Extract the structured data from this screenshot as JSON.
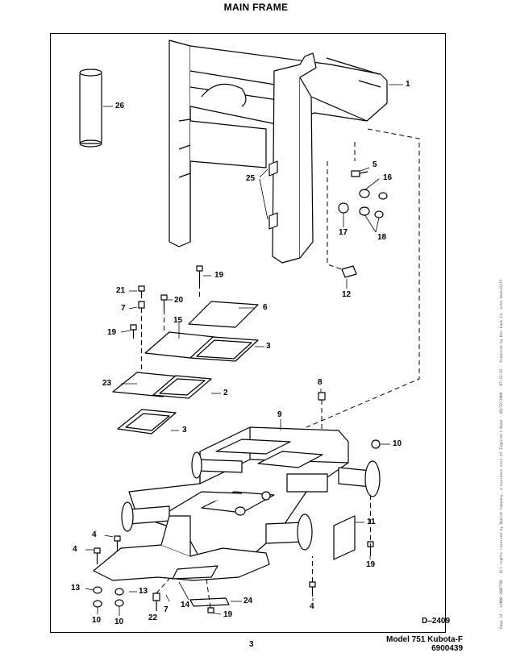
{
  "page": {
    "title": "MAIN FRAME",
    "diagram_id": "D–2409",
    "page_number": "3",
    "model": "Model 751 Kubota-F",
    "part_number": "6900439",
    "side_note": "Page 14 · ©2008 2007798 · All rights reserved by Bobcat Company, a business unit of Ingersoll-Rand · 05/22/2009 · 07:23:42 · Produced by Ken Cook Co. with mediaSiff"
  },
  "callouts": [
    {
      "id": "c1",
      "label": "1"
    },
    {
      "id": "c26",
      "label": "26"
    },
    {
      "id": "c5",
      "label": "5"
    },
    {
      "id": "c16",
      "label": "16"
    },
    {
      "id": "c25",
      "label": "25"
    },
    {
      "id": "c17",
      "label": "17"
    },
    {
      "id": "c18",
      "label": "18"
    },
    {
      "id": "c12",
      "label": "12"
    },
    {
      "id": "c19a",
      "label": "19"
    },
    {
      "id": "c21",
      "label": "21"
    },
    {
      "id": "c20",
      "label": "20"
    },
    {
      "id": "c7a",
      "label": "7"
    },
    {
      "id": "c6",
      "label": "6"
    },
    {
      "id": "c19b",
      "label": "19"
    },
    {
      "id": "c15",
      "label": "15"
    },
    {
      "id": "c3a",
      "label": "3"
    },
    {
      "id": "c23",
      "label": "23"
    },
    {
      "id": "c2",
      "label": "2"
    },
    {
      "id": "c8",
      "label": "8"
    },
    {
      "id": "c3b",
      "label": "3"
    },
    {
      "id": "c9",
      "label": "9"
    },
    {
      "id": "c10a",
      "label": "10"
    },
    {
      "id": "c11",
      "label": "11"
    },
    {
      "id": "c4a",
      "label": "4"
    },
    {
      "id": "c4b",
      "label": "4"
    },
    {
      "id": "c19c",
      "label": "19"
    },
    {
      "id": "c13a",
      "label": "13"
    },
    {
      "id": "c13b",
      "label": "13"
    },
    {
      "id": "c7b",
      "label": "7"
    },
    {
      "id": "c14",
      "label": "14"
    },
    {
      "id": "c24",
      "label": "24"
    },
    {
      "id": "c4c",
      "label": "4"
    },
    {
      "id": "c10b",
      "label": "10"
    },
    {
      "id": "c10c",
      "label": "10"
    },
    {
      "id": "c22",
      "label": "22"
    },
    {
      "id": "c19d",
      "label": "19"
    }
  ]
}
